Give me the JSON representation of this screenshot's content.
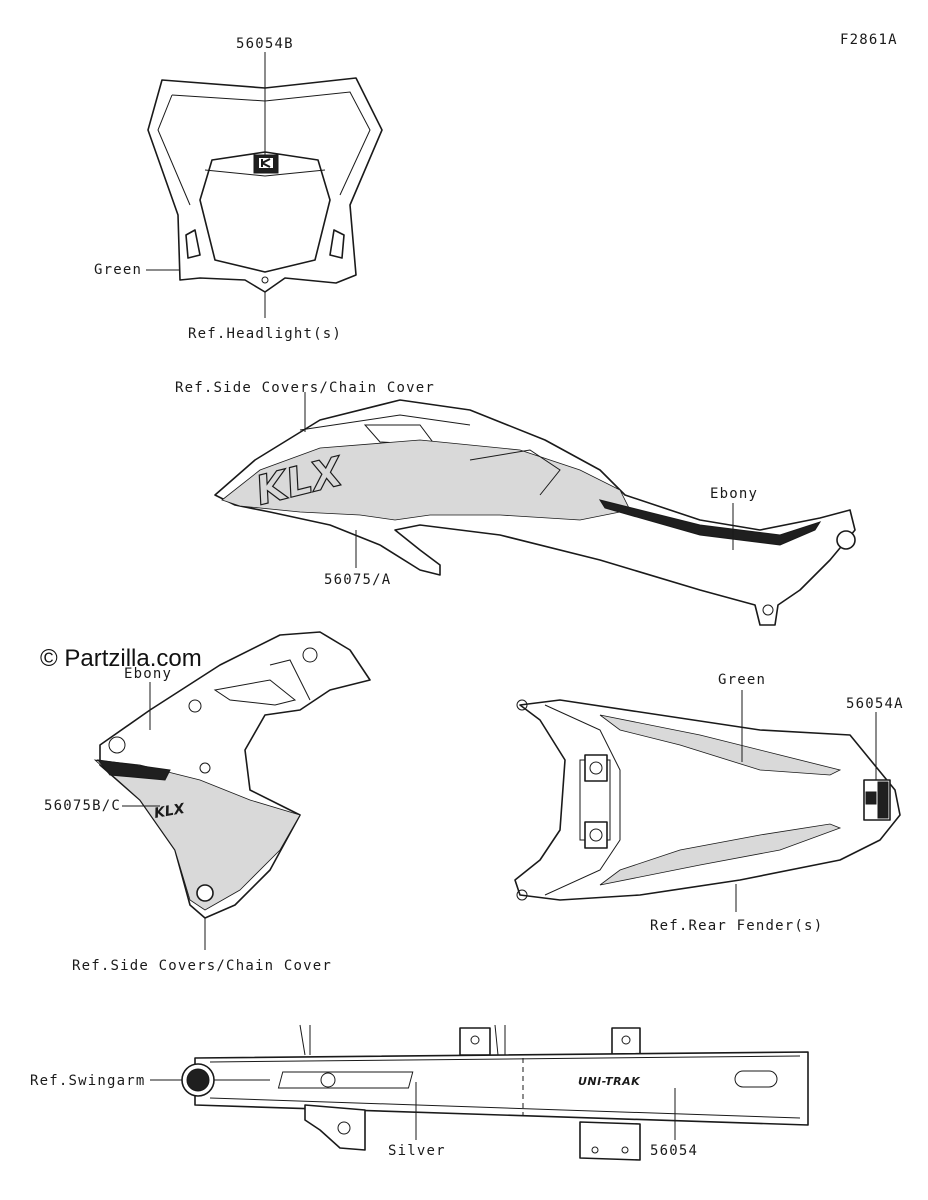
{
  "figure_code": "F2861A",
  "watermark": "© Partzilla.com",
  "labels": {
    "headlight_decal": "56054B",
    "headlight_color": "Green",
    "headlight_ref": "Ref.Headlight(s)",
    "side_cover_ref_top": "Ref.Side Covers/Chain Cover",
    "side_cover_color": "Ebony",
    "side_cover_decal": "56075/A",
    "left_cover_color": "Ebony",
    "left_cover_decal": "56075B/C",
    "left_cover_ref": "Ref.Side Covers/Chain Cover",
    "fender_color": "Green",
    "fender_decal": "56054A",
    "fender_ref": "Ref.Rear Fender(s)",
    "swingarm_ref": "Ref.Swingarm",
    "swingarm_color": "Silver",
    "swingarm_decal": "56054"
  },
  "decal_text": {
    "side_cover_graphic": "KLX",
    "left_cover_graphic": "KLX",
    "swingarm_graphic": "UNI-TRAK"
  }
}
